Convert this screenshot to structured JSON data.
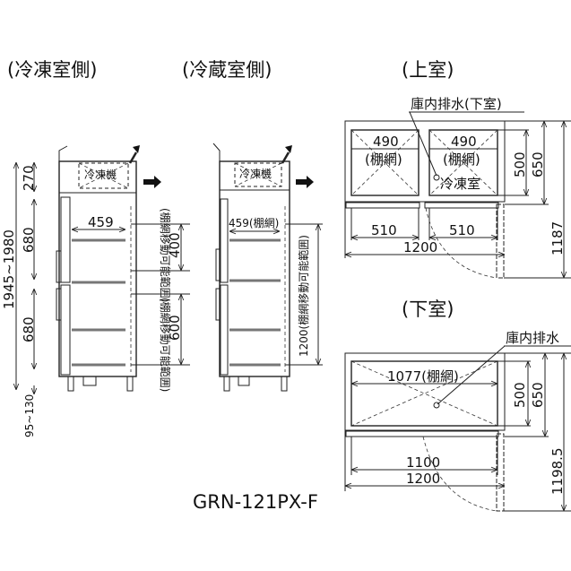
{
  "titles": {
    "freezer_side": "(冷凍室側)",
    "fridge_side": "(冷蔵室側)",
    "upper": "(上室)",
    "lower": "(下室)"
  },
  "model": "GRN-121PX-F",
  "freezer_side_view": {
    "compressor_label": "冷凍機",
    "dim_top": "270",
    "dim_upper_door": "680",
    "dim_lower_door": "680",
    "dim_total_height": "1945~1980",
    "dim_legs": "95~130",
    "dim_shelf_width": "459",
    "dim_upper_shelf_range": "400",
    "dim_lower_shelf_range": "600",
    "shelf_range_label": "(棚網移動可能範囲)"
  },
  "fridge_side_view": {
    "compressor_label": "冷凍機",
    "dim_shelf_width": "459(棚網)",
    "dim_shelf_range": "1200(棚網移動可能範囲)"
  },
  "upper_plan": {
    "drain_label": "庫内排水(下室)",
    "shelf_left": "490",
    "shelf_left_note": "(棚網)",
    "shelf_right": "490",
    "shelf_right_note": "(棚網)",
    "compartment_label": "冷凍室",
    "dim_inner_left": "510",
    "dim_inner_right": "510",
    "dim_width": "1200",
    "dim_inner_depth": "500",
    "dim_depth": "650",
    "dim_depth_door_open": "1187"
  },
  "lower_plan": {
    "drain_label": "庫内排水",
    "shelf": "1077(棚網)",
    "dim_inner_width": "1100",
    "dim_width": "1200",
    "dim_inner_depth": "500",
    "dim_depth": "650",
    "dim_depth_door_open": "1198.5"
  }
}
